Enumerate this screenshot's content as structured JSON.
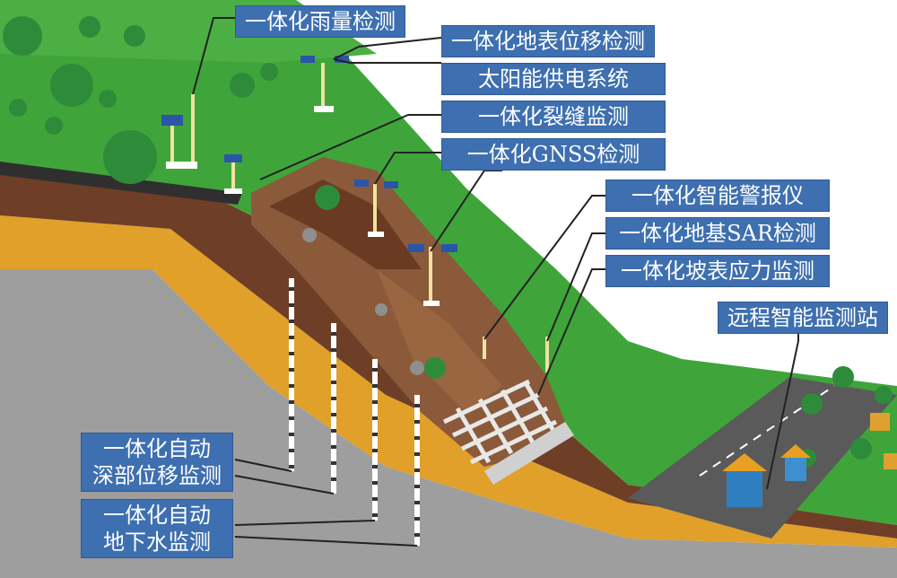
{
  "labels": {
    "rain_gauge": "一体化雨量检测",
    "surface_displacement": "一体化地表位移检测",
    "solar_power": "太阳能供电系统",
    "crack_monitor": "一体化裂缝监测",
    "gnss": "一体化GNSS检测",
    "smart_alarm": "一体化智能警报仪",
    "ground_sar": "一体化地基SAR检测",
    "slope_stress": "一体化坡表应力监测",
    "remote_station": "远程智能监测站",
    "deep_displacement_line1": "一体化自动",
    "deep_displacement_line2": "深部位移监测",
    "groundwater_line1": "一体化自动",
    "groundwater_line2": "地下水监测"
  },
  "colors": {
    "label_bg": "#3e6fb0",
    "grass": "#3fa53a",
    "soil": "#7a4a2e",
    "rock": "#9a9a9a",
    "sand": "#e2a52a"
  }
}
